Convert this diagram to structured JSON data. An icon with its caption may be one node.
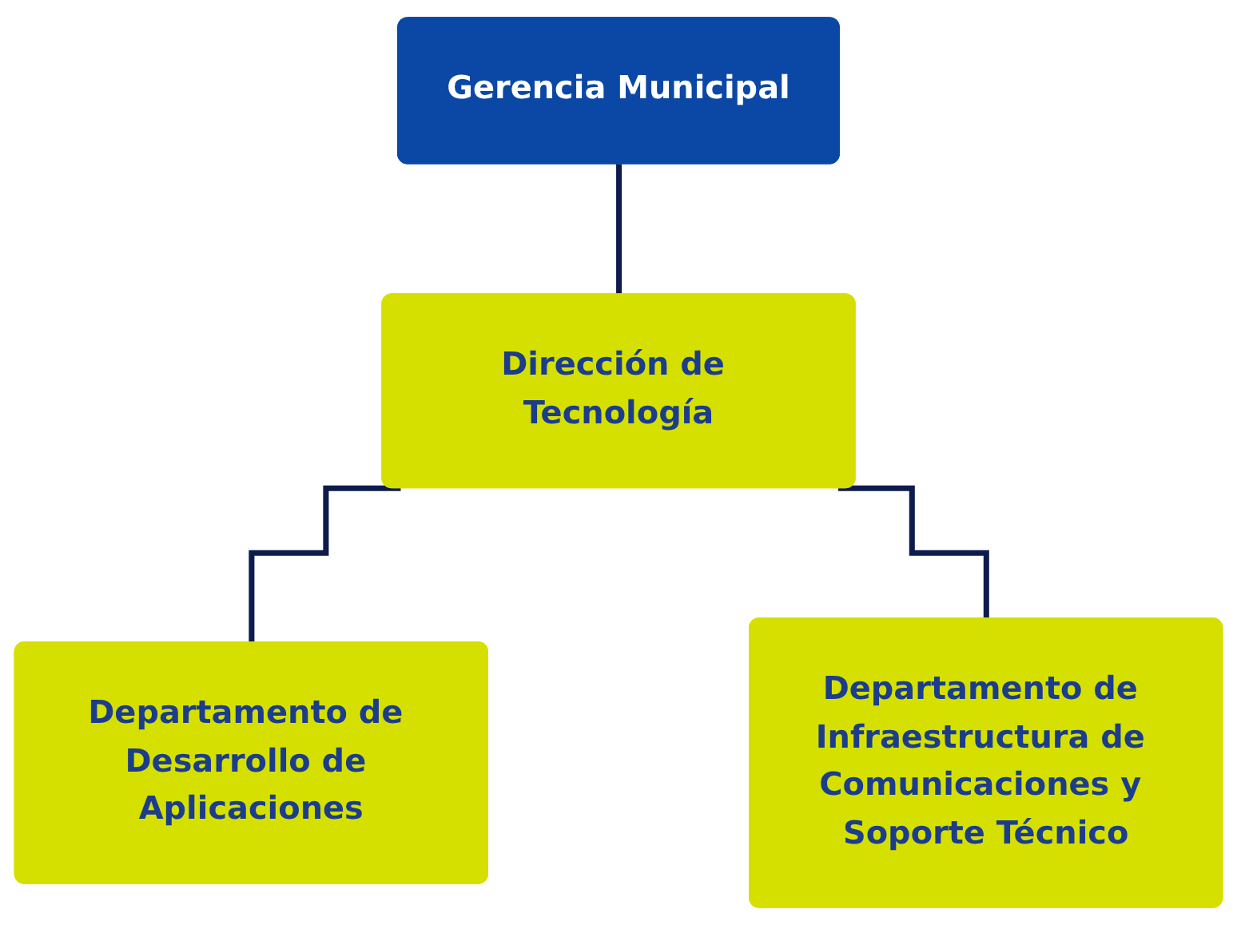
{
  "diagram": {
    "nodes": [
      {
        "text": [
          "Gerencia Municipal"
        ]
      },
      {
        "text": [
          "Dirección de Tecnología"
        ]
      },
      {
        "text": [
          "Departamento de Desarrollo de Aplicaciones"
        ]
      },
      {
        "text": [
          "Departamento de Infraestructura de Comunicaciones y Soporte Técnico"
        ]
      }
    ],
    "edges": [
      {
        "from": 0,
        "to": 1,
        "arrow": "none"
      },
      {
        "from": 1,
        "to": 2,
        "arrow": "none"
      },
      {
        "from": 1,
        "to": 3,
        "arrow": "none"
      }
    ]
  }
}
